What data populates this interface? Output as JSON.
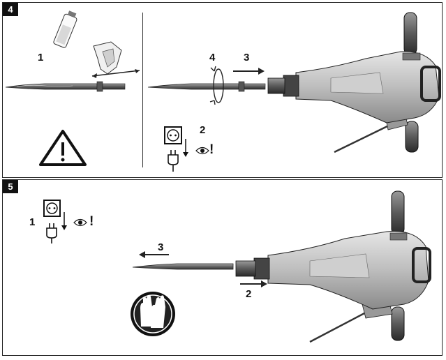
{
  "panels": [
    {
      "step": "4",
      "labels": {
        "grease": "1",
        "unplug": "2",
        "insert": "3",
        "rotate": "4"
      },
      "exclaim": "!"
    },
    {
      "step": "5",
      "labels": {
        "unplug": "1",
        "unlock": "2",
        "remove": "3"
      },
      "exclaim": "!"
    }
  ],
  "icons": [
    "warning-triangle-icon",
    "wall-socket-icon",
    "plug-icon",
    "eye-icon",
    "gloves-icon",
    "grease-tube-icon",
    "cloth-icon",
    "chisel-icon",
    "breaker-hammer-icon"
  ]
}
